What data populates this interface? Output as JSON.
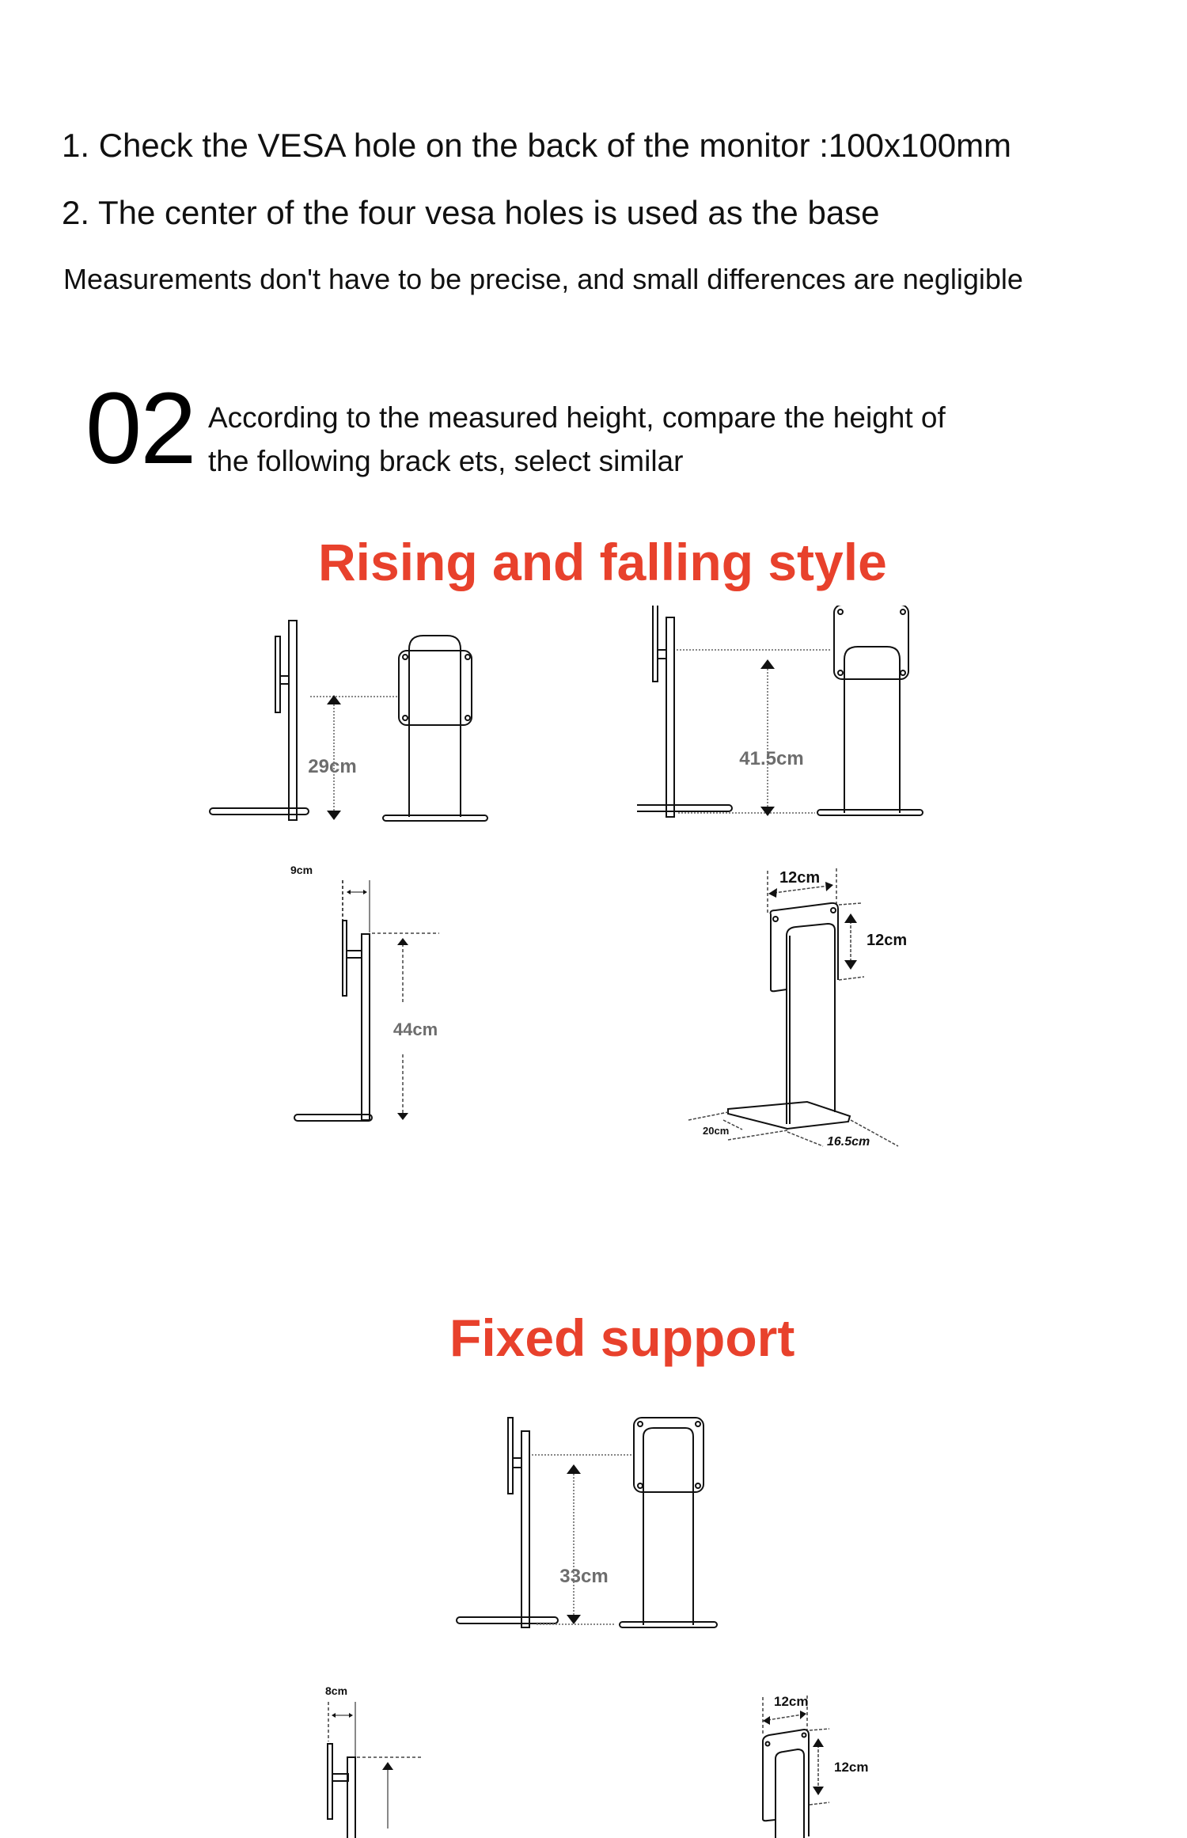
{
  "instructions": {
    "step1": "1. Check the VESA hole on the back of the monitor :100x100mm",
    "step2": "2. The center of the four vesa holes is used as the base",
    "note": "Measurements don't have to be precise, and small differences are negligible"
  },
  "step02": {
    "number": "02",
    "text_line1": "According to the measured height, compare the height of",
    "text_line2": "the following brack ets, select similar"
  },
  "sections": [
    {
      "title": "Rising and falling style",
      "color": "#E8412C",
      "diagrams": [
        {
          "type": "side-and-front",
          "height_label": "29cm"
        },
        {
          "type": "side-and-front",
          "height_label": "41.5cm"
        },
        {
          "type": "side-profile",
          "depth_label": "9cm",
          "height_label": "44cm"
        },
        {
          "type": "isometric",
          "plate_width_label": "12cm",
          "plate_height_label": "12cm",
          "base_width_label": "20cm",
          "base_depth_label": "16.5cm"
        }
      ]
    },
    {
      "title": "Fixed support",
      "color": "#E8412C",
      "diagrams": [
        {
          "type": "side-and-front",
          "height_label": "33cm"
        },
        {
          "type": "side-profile",
          "depth_label": "8cm"
        },
        {
          "type": "isometric",
          "plate_width_label": "12cm",
          "plate_height_label": "12cm"
        }
      ]
    }
  ]
}
